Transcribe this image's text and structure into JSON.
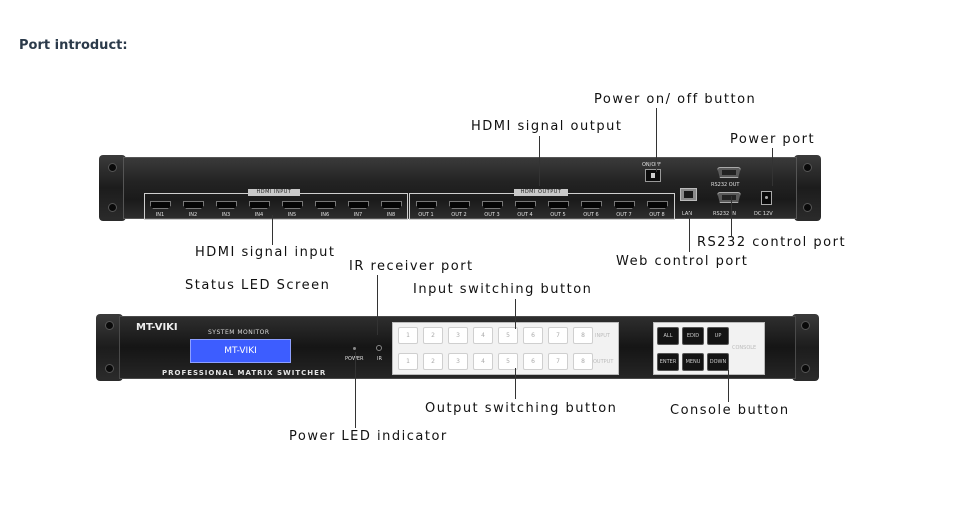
{
  "title": "Port introduct:",
  "callouts": {
    "power_switch": "Power on/ off button",
    "hdmi_output": "HDMI signal output",
    "power_port": "Power port",
    "hdmi_input": "HDMI signal input",
    "rs232_port": "RS232 control port",
    "web_port": "Web control port",
    "ir_receiver": "IR receiver port",
    "status_led": "Status LED Screen",
    "input_switching": "Input switching button",
    "output_switching": "Output switching button",
    "console": "Console button",
    "power_led": "Power LED indicator"
  },
  "rear_panel": {
    "hdmi_input_group_label": "HDMI INPUT",
    "hdmi_output_group_label": "HDMI OUTPUT",
    "inputs": [
      "IN1",
      "IN2",
      "IN3",
      "IN4",
      "IN5",
      "IN6",
      "IN7",
      "IN8"
    ],
    "outputs": [
      "OUT 1",
      "OUT 2",
      "OUT 3",
      "OUT 4",
      "OUT 5",
      "OUT 6",
      "OUT 7",
      "OUT 8"
    ],
    "lan_label": "LAN",
    "rs232_out_label": "RS232 OUT",
    "rs232_in_label": "RS232 IN",
    "dc_label": "DC 12V",
    "switch_label": "ON/OFF"
  },
  "front_panel": {
    "brand": "MT-VIKI",
    "monitor_label": "SYSTEM MONITOR",
    "screen_text": "MT-VIKI",
    "product_name": "PROFESSIONAL MATRIX SWITCHER",
    "power_label": "POWER",
    "ir_label": "IR",
    "input_row_label": "INPUT",
    "output_row_label": "OUTPUT",
    "keys": [
      "1",
      "2",
      "3",
      "4",
      "5",
      "6",
      "7",
      "8"
    ],
    "console_keys": [
      "ALL",
      "EDID",
      "UP",
      "ENTER",
      "MENU",
      "DOWN"
    ],
    "console_tag": "CONSOLE"
  }
}
